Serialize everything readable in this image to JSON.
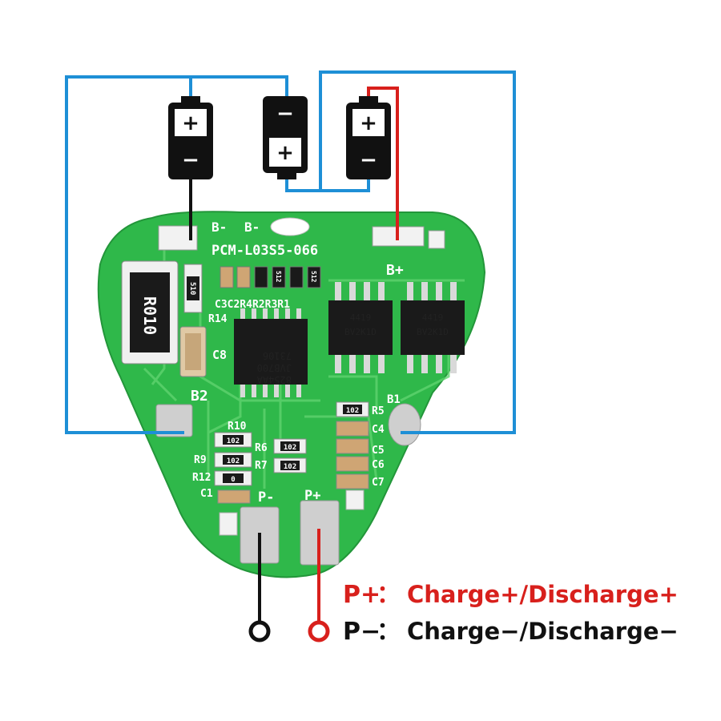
{
  "board": {
    "model": "PCM-L03S5-066",
    "labels": {
      "b_minus_1": "B-",
      "b_minus_2": "B-",
      "b_plus": "B+",
      "b1": "B1",
      "b2": "B2",
      "p_minus": "P-",
      "p_plus": "P+",
      "r14": "R14",
      "c8": "C8",
      "r10": "R10",
      "r9": "R9",
      "r12": "R12",
      "c1_left": "C1",
      "r6": "R6",
      "r7": "R7",
      "r5": "R5",
      "c4": "C4",
      "c5": "C5",
      "c6": "C6",
      "c7": "C7",
      "top_row": "C3C2R4R2R3R1"
    },
    "components": {
      "shunt_marking": "R010",
      "ic_marking_1": "8254AA",
      "ic_marking_2": "JVB700",
      "ic_marking_3": "73106",
      "mosfet_1_line1": "4419",
      "mosfet_1_line2": "BV2K1D",
      "mosfet_2_line1": "4419",
      "mosfet_2_line2": "BV2K1D",
      "small_510": "510",
      "small_512a": "512",
      "small_512b": "512",
      "r10_val": "102",
      "r9_val": "102",
      "r12_val": "0",
      "r6_val": "102",
      "r7_val": "102",
      "r5_val": "102"
    }
  },
  "batteries": [
    {
      "top": "+",
      "bottom": "−"
    },
    {
      "top": "−",
      "bottom": "+"
    },
    {
      "top": "+",
      "bottom": "−"
    }
  ],
  "legend": {
    "pplus_term": "P+",
    "pplus_colon": "：",
    "pplus_desc": "Charge+/Discharge+",
    "pminus_term": "P−",
    "pminus_colon": "：",
    "pminus_desc": "Charge−/Discharge−"
  },
  "colors": {
    "wire_blue": "#1e8fd6",
    "wire_red": "#d8201c",
    "wire_black": "#111111",
    "pcb_green": "#2fb84a",
    "legend_red": "#d8201c",
    "legend_black": "#111111"
  }
}
